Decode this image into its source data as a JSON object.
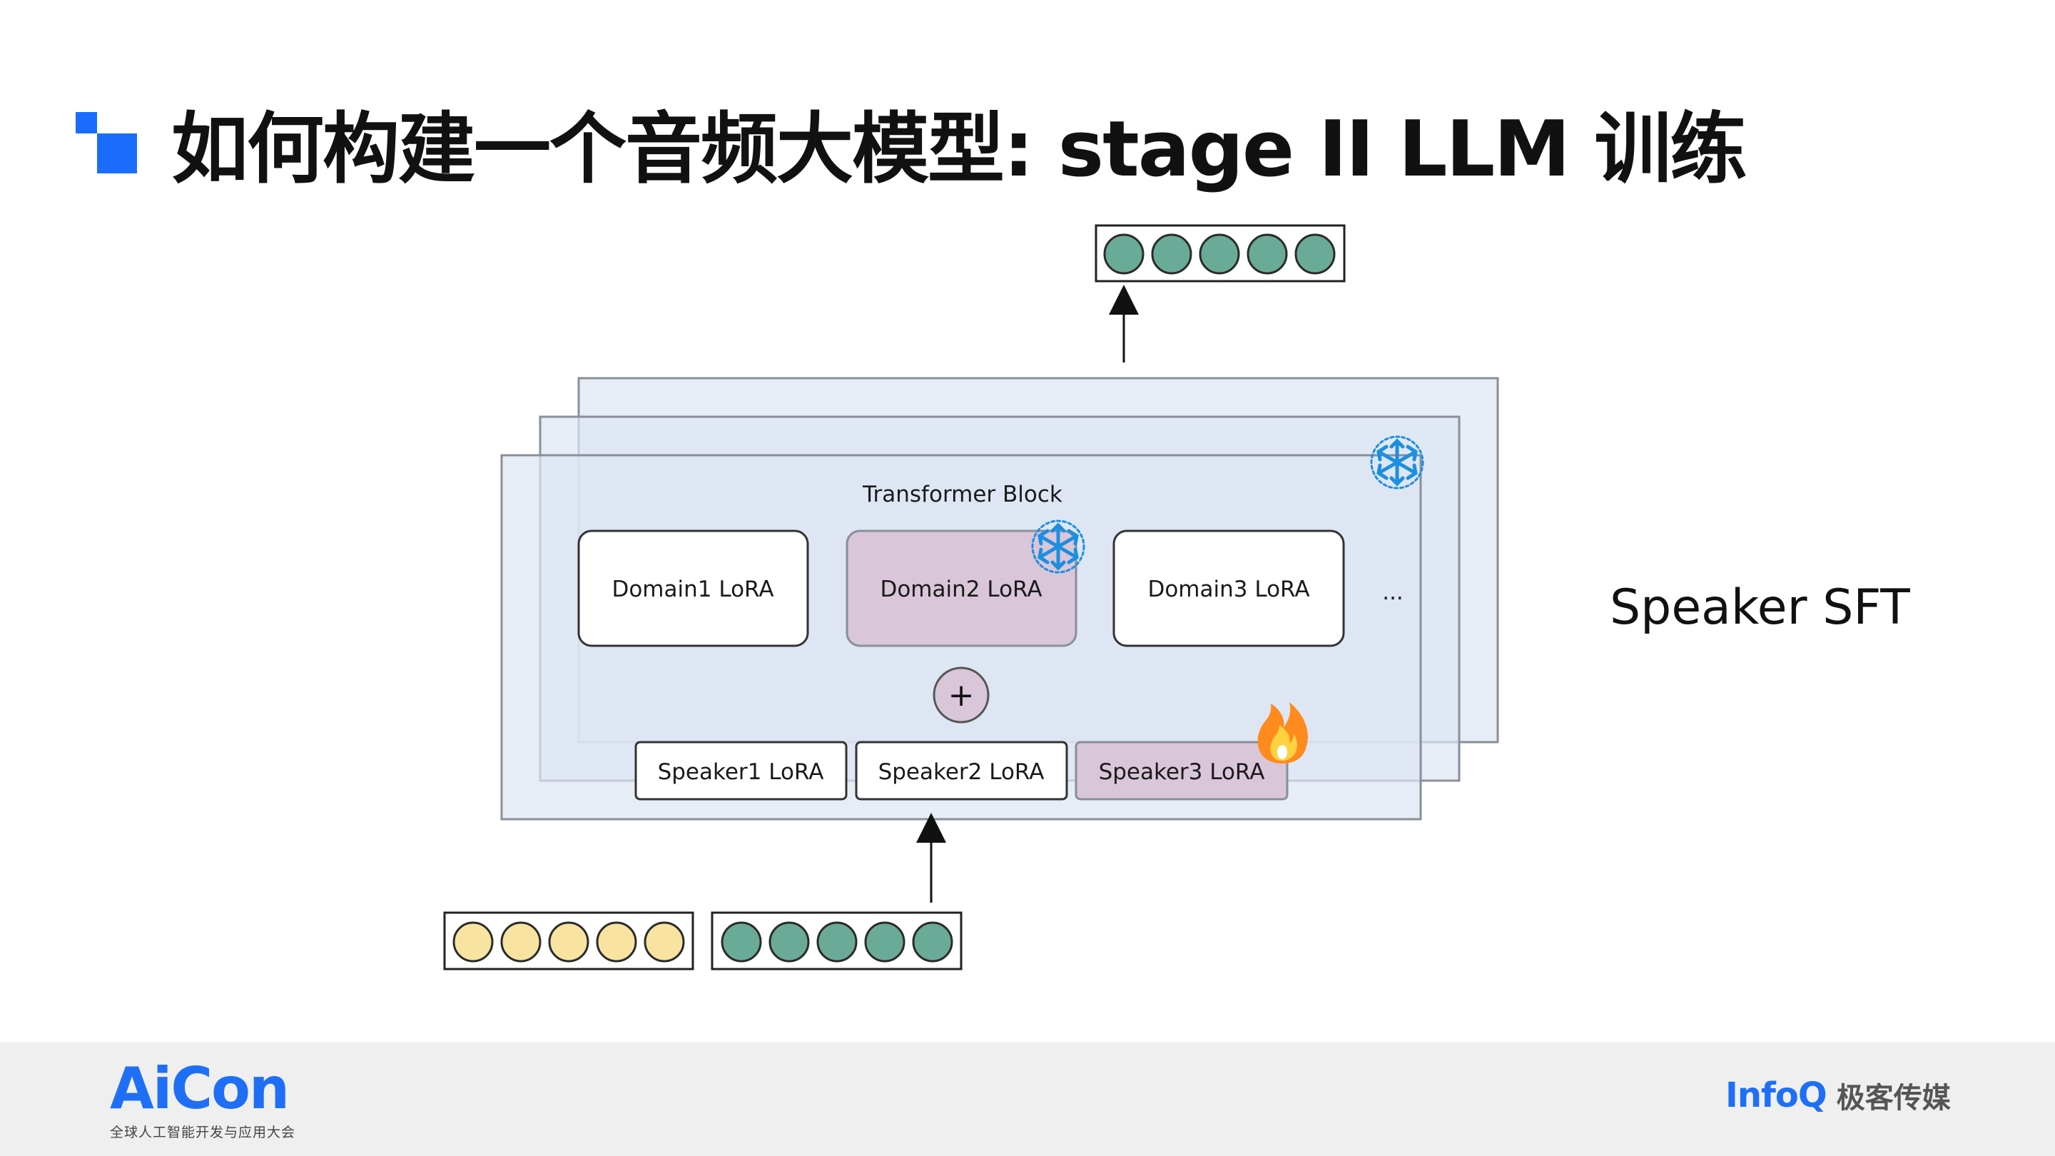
{
  "title": "如何构建一个音频大模型: stage II LLM 训练",
  "diagram": {
    "block_title": "Transformer Block",
    "domain_loras": [
      "Domain1 LoRA",
      "Domain2 LoRA",
      "Domain3 LoRA"
    ],
    "ellipsis": "...",
    "plus": "+",
    "speaker_loras": [
      "Speaker1 LoRA",
      "Speaker2 LoRA",
      "Speaker3 LoRA"
    ],
    "side_label": "Speaker SFT",
    "colors": {
      "layer_fill": "#dde6f4",
      "layer_stroke": "#8a8f98",
      "highlight_fill": "#d9c6d8",
      "token_teal": "#6aab98",
      "token_yellow": "#f8e3a0",
      "frozen_icon": "#1c8fe0",
      "trainable_icon": "#ff8a1e"
    },
    "icons": {
      "frozen": "snowflake-icon",
      "trainable": "fire-icon"
    }
  },
  "footer": {
    "left_logo": "AiCon",
    "left_sub": "全球人工智能开发与应用大会",
    "right_logo": "InfoQ",
    "right_cn": "极客传媒"
  }
}
